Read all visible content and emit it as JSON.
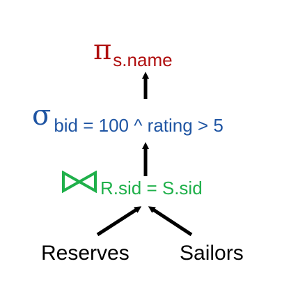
{
  "projection": {
    "symbol": "π",
    "subscript": "s.name",
    "color": "#b01010"
  },
  "selection": {
    "symbol": "σ",
    "subscript": "bid = 100 ^ rating > 5",
    "color": "#1f55a3"
  },
  "join": {
    "icon": "bowtie-join-icon",
    "subscript": "R.sid = S.sid",
    "color": "#1fb04a"
  },
  "relations": {
    "left": "Reserves",
    "right": "Sailors"
  }
}
